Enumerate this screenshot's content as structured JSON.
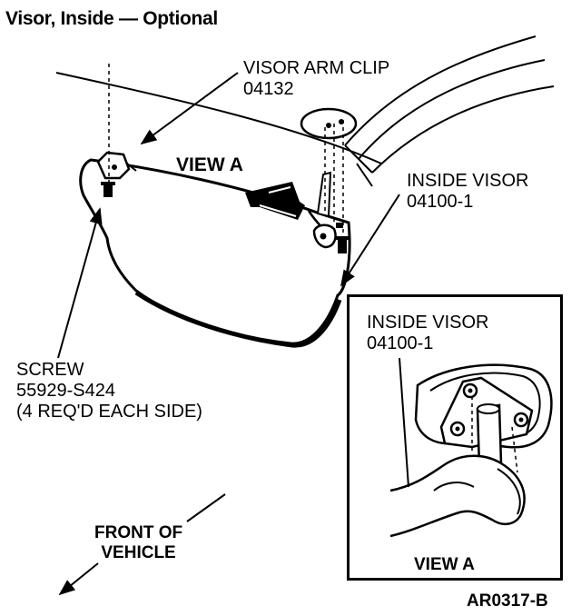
{
  "title": "Visor, Inside — Optional",
  "labels": {
    "visor_arm_clip": {
      "name": "VISOR ARM CLIP",
      "part": "04132"
    },
    "view_a_main": "VIEW A",
    "inside_visor_main": {
      "name": "INSIDE VISOR",
      "part": "04100-1"
    },
    "inside_visor_inset": {
      "name": "INSIDE VISOR",
      "part": "04100-1"
    },
    "screw": {
      "name": "SCREW",
      "part": "55929-S424",
      "note": "(4 REQ'D EACH SIDE)"
    },
    "front_of_vehicle": {
      "line1": "FRONT OF",
      "line2": "VEHICLE"
    },
    "view_a_inset": "VIEW A",
    "figure_code": "AR0317-B"
  }
}
